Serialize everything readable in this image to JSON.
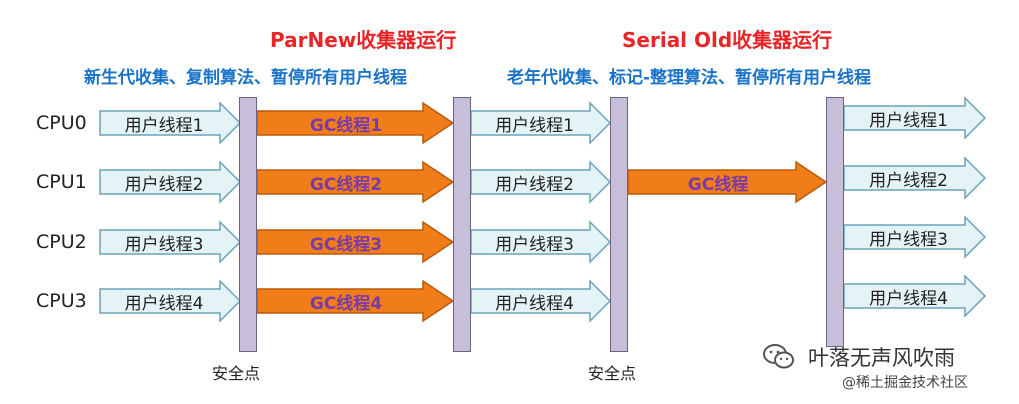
{
  "phases": {
    "parnew_title": "ParNew收集器运行",
    "parnew_desc": "新生代收集、复制算法、暂停所有用户线程",
    "serial_title": "Serial Old收集器运行",
    "serial_desc": "老年代收集、标记-整理算法、暂停所有用户线程"
  },
  "cpus": [
    "CPU0",
    "CPU1",
    "CPU2",
    "CPU3"
  ],
  "user_threads": [
    "用户线程1",
    "用户线程2",
    "用户线程3",
    "用户线程4"
  ],
  "gc_threads": [
    "GC线程1",
    "GC线程2",
    "GC线程3",
    "GC线程4"
  ],
  "serial_gc_thread": "GC线程",
  "safepoint_label": "安全点",
  "safepoint_labels": [
    "安全点",
    "安全点"
  ],
  "watermark": {
    "main": "叶落无声风吹雨",
    "sub": "@稀土掘金技术社区"
  },
  "colors": {
    "gc_arrow": "#f07c1a",
    "user_arrow_fill": "#e4f3f6",
    "user_arrow_stroke": "#6aa3b8",
    "safepoint_bar": "#c7bfd9",
    "title_red": "#e8262a",
    "title_blue": "#1a73c9"
  }
}
